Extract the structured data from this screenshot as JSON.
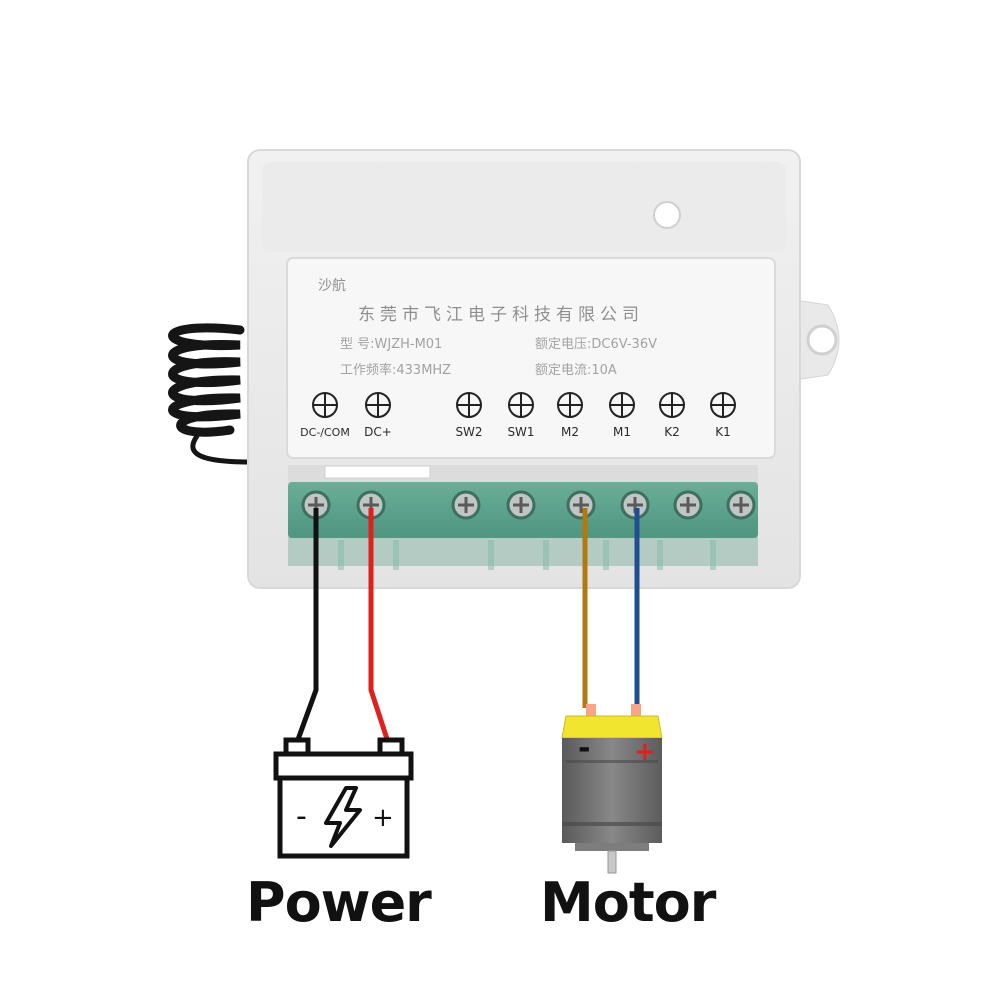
{
  "label": {
    "brand": "沙航",
    "company": "东莞市飞江电子科技有限公司",
    "model_line": "型    号:WJZH-M01",
    "voltage_line": "额定电压:DC6V-36V",
    "freq_line": "工作频率:433MHZ",
    "current_line": "额定电流:10A"
  },
  "terminals": [
    {
      "id": "dc-com",
      "label": "DC-/COM"
    },
    {
      "id": "dc-plus",
      "label": "DC+"
    },
    {
      "id": "sw2",
      "label": "SW2"
    },
    {
      "id": "sw1",
      "label": "SW1"
    },
    {
      "id": "m2",
      "label": "M2"
    },
    {
      "id": "m1",
      "label": "M1"
    },
    {
      "id": "k2",
      "label": "K2"
    },
    {
      "id": "k1",
      "label": "K1"
    }
  ],
  "battery": {
    "minus": "-",
    "plus": "+"
  },
  "motor": {
    "minus": "-",
    "plus": "+"
  },
  "captions": {
    "power": "Power",
    "motor": "Motor"
  },
  "colors": {
    "wire_black": "#111111",
    "wire_red": "#e0201c",
    "wire_brown": "#b07a10",
    "wire_blue": "#1f4f8f",
    "terminal_green": "#5fa58e",
    "motor_cap": "#f2e530",
    "motor_body": "#6e6e6e"
  }
}
